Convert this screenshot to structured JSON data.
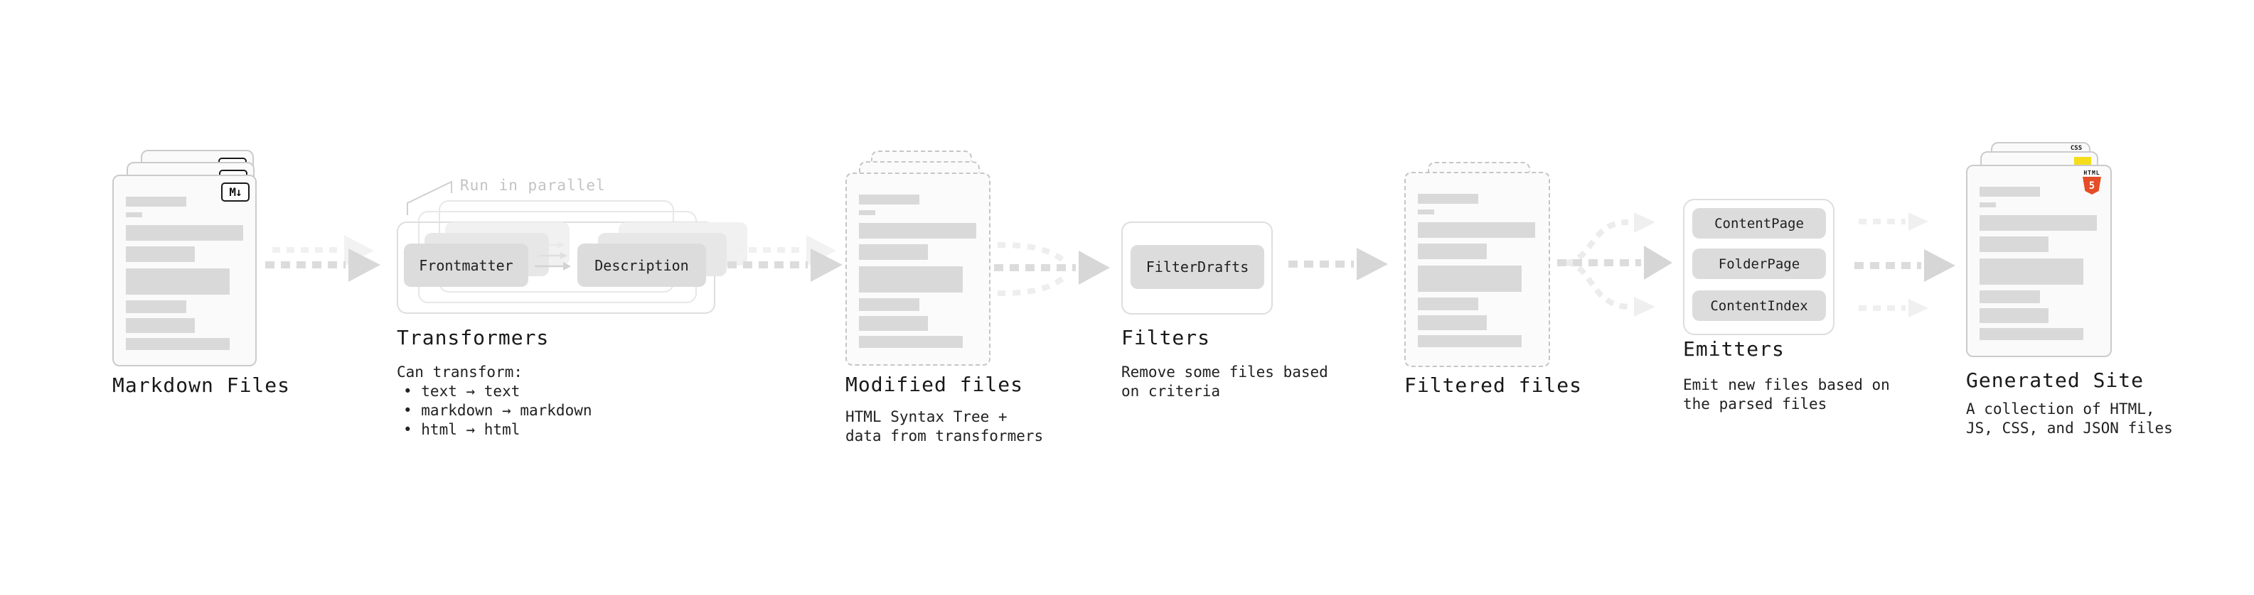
{
  "nodes": {
    "markdown_files": {
      "label": "Markdown Files"
    },
    "transformers": {
      "label": "Transformers",
      "callout": "Run in parallel",
      "pills": {
        "left": "Frontmatter",
        "right": "Description"
      },
      "intro": "Can transform:",
      "bullets": [
        "• text → text",
        "• markdown → markdown",
        "• html → html"
      ]
    },
    "modified_files": {
      "label": "Modified files",
      "desc": [
        "HTML Syntax Tree +",
        "data from transformers"
      ]
    },
    "filters": {
      "label": "Filters",
      "pill": "FilterDrafts",
      "desc": [
        "Remove some files based",
        "on criteria"
      ]
    },
    "filtered_files": {
      "label": "Filtered files"
    },
    "emitters": {
      "label": "Emitters",
      "pills": [
        "ContentPage",
        "FolderPage",
        "ContentIndex"
      ],
      "desc": [
        "Emit new files based on",
        "the parsed files"
      ]
    },
    "generated_site": {
      "label": "Generated Site",
      "desc": [
        "A collection of HTML,",
        "JS, CSS, and JSON files"
      ]
    }
  },
  "icons": {
    "markdown_badge": "M↓",
    "css_badge": "CSS",
    "html5_text": "HTML",
    "html5_number": "5"
  },
  "colors": {
    "background": "#ffffff",
    "doc_fill": "#fafafa",
    "doc_border": "#c9c9c9",
    "bar_fill": "#d9d9d9",
    "pill_fill": "#dcdcdc",
    "panel_border": "#dedede",
    "arrow_gray": "#dcdcdc",
    "arrow_ghost": "#efefef",
    "text_dark": "#1c1c1c",
    "muted_gray": "#c3c3c3",
    "html5_orange": "#e44d26",
    "js_yellow": "#f5de19",
    "css_blue": "#2062af"
  }
}
